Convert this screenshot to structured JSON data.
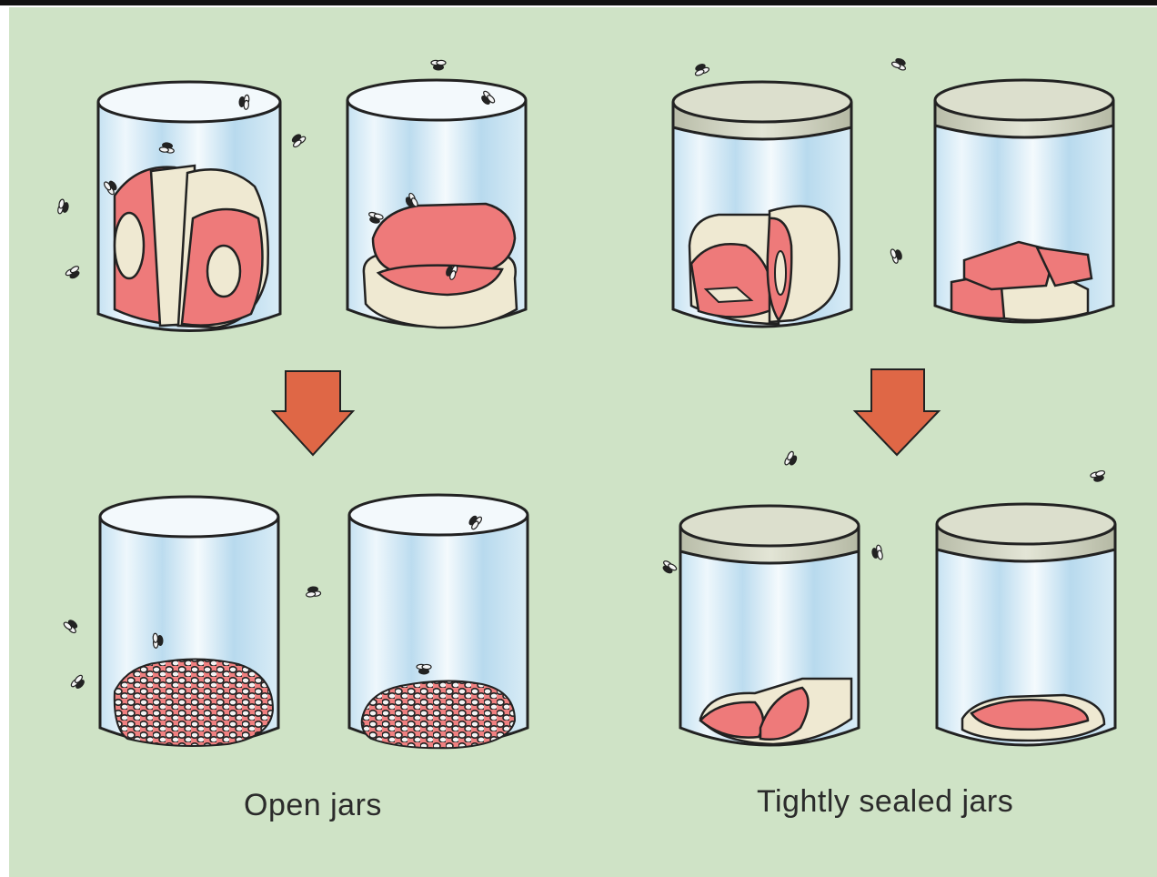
{
  "labels": {
    "open": "Open jars",
    "sealed": "Tightly sealed jars"
  },
  "colors": {
    "background": "#cfe3c6",
    "glass": "#d8ecf6",
    "glass_stripe": "#a9d2ec",
    "meat": "#ee7a7a",
    "fat": "#efe9d2",
    "lid": "#c9ccbb",
    "arrow": "#df6746",
    "maggot": "#333333"
  },
  "groups": [
    {
      "id": "open",
      "jars": [
        {
          "id": "open-1",
          "content": "meat chunks"
        },
        {
          "id": "open-2",
          "content": "meat slab"
        }
      ]
    },
    {
      "id": "sealed",
      "jars": [
        {
          "id": "sealed-1",
          "content": "meat chunks"
        },
        {
          "id": "sealed-2",
          "content": "meat pieces"
        }
      ]
    }
  ]
}
